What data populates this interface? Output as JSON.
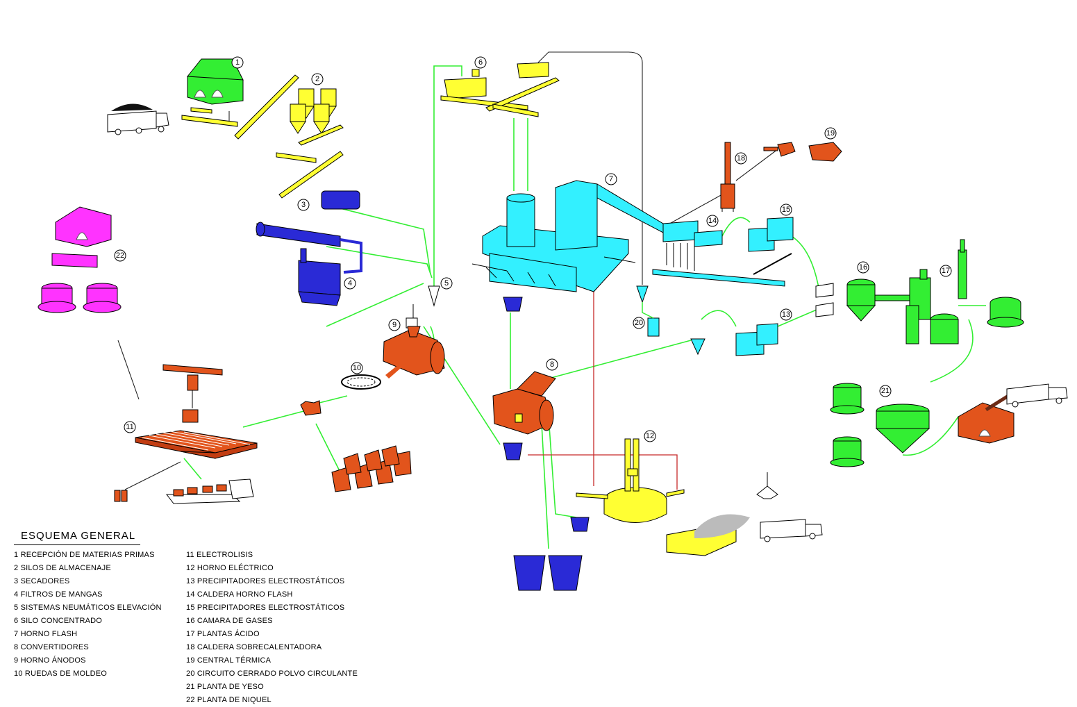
{
  "legend": {
    "title": "ESQUEMA GENERAL",
    "items": [
      "1 RECEPCIÓN DE MATERIAS PRIMAS",
      "2 SILOS DE ALMACENAJE",
      "3 SECADORES",
      "4 FILTROS DE MANGAS",
      "5 SISTEMAS NEUMÁTICOS ELEVACIÓN",
      "6 SILO CONCENTRADO",
      "7 HORNO FLASH",
      "8 CONVERTIDORES",
      "9 HORNO ÁNODOS",
      "10 RUEDAS DE MOLDEO",
      "11 ELECTROLISIS",
      "12 HORNO ELÉCTRICO",
      "13 PRECIPITADORES ELECTROSTÁTICOS",
      "14 CALDERA HORNO FLASH",
      "15 PRECIPITADORES ELECTROSTÁTICOS",
      "16 CAMARA DE GASES",
      "17 PLANTAS ÁCIDO",
      "18 CALDERA SOBRECALENTADORA",
      "19 CENTRAL TÉRMICA",
      "20 CIRCUITO CERRADO POLVO CIRCULANTE",
      "21 PLANTA DE YESO",
      "22 PLANTA DE NIQUEL"
    ]
  },
  "markers": [
    "1",
    "2",
    "3",
    "4",
    "5",
    "6",
    "7",
    "8",
    "9",
    "10",
    "11",
    "12",
    "13",
    "14",
    "15",
    "16",
    "17",
    "18",
    "19",
    "20",
    "21",
    "22"
  ],
  "colors": {
    "reception": "#33ee33",
    "storage": "#ffff33",
    "dryers": "#2a2ad6",
    "flash": "#33f0ff",
    "anodes": "#e2541c",
    "nickel": "#ff33ff",
    "flow_green": "#33ee33",
    "flow_red": "#c62828"
  }
}
